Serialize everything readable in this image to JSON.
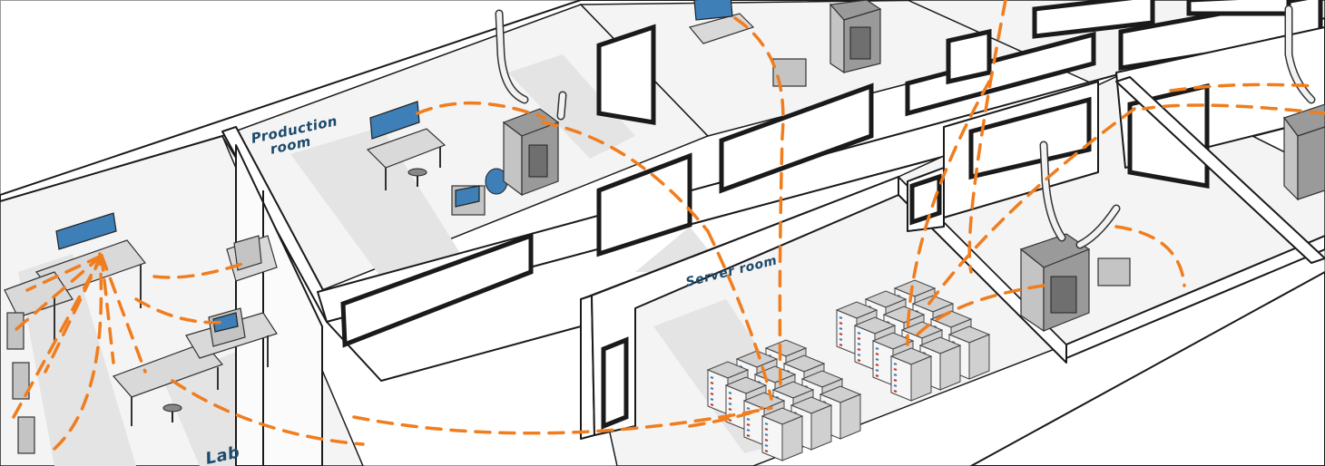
{
  "labels": {
    "production_room": [
      "Production",
      "room"
    ],
    "server_room": "Server room",
    "lab": "Lab"
  },
  "colors": {
    "wireless_link": "#f07d1e",
    "label_text": "#1d4a6b",
    "screen": "#3d7fb6",
    "wall_outline": "#1a1a1a"
  },
  "icons": [
    "workstation-icon",
    "3d-printer-icon",
    "server-rack-icon",
    "duct-pipe-icon",
    "stool-icon"
  ]
}
